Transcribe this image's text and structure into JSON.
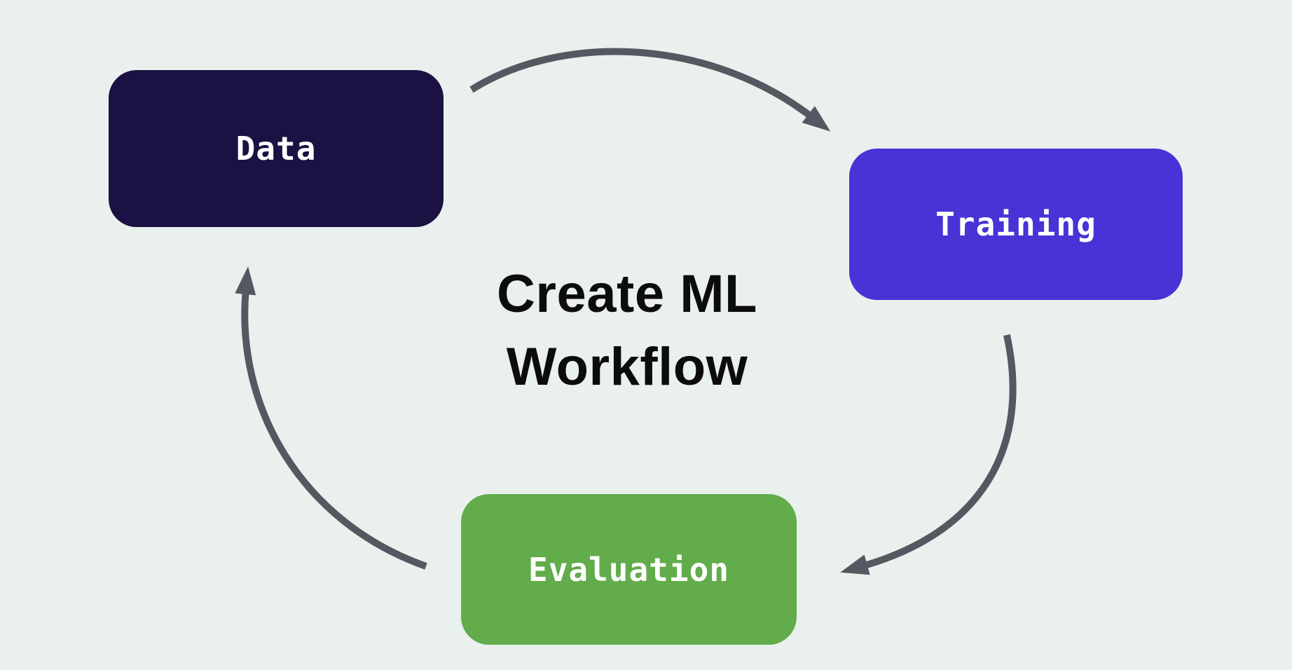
{
  "diagram": {
    "title": {
      "line1": "Create ML",
      "line2": "Workflow"
    },
    "nodes": {
      "data": {
        "label": "Data",
        "fill": "#1b1243",
        "text_color": "#ffffff"
      },
      "training": {
        "label": "Training",
        "fill": "#4733d6",
        "text_color": "#ffffff"
      },
      "evaluation": {
        "label": "Evaluation",
        "fill": "#62ac4b",
        "text_color": "#ffffff"
      }
    },
    "edges": [
      {
        "from": "Data",
        "to": "Training"
      },
      {
        "from": "Training",
        "to": "Evaluation"
      },
      {
        "from": "Evaluation",
        "to": "Data"
      }
    ],
    "colors": {
      "background": "#eaf0ee",
      "arrow": "#545860",
      "title_text": "#0c0c0c"
    }
  }
}
